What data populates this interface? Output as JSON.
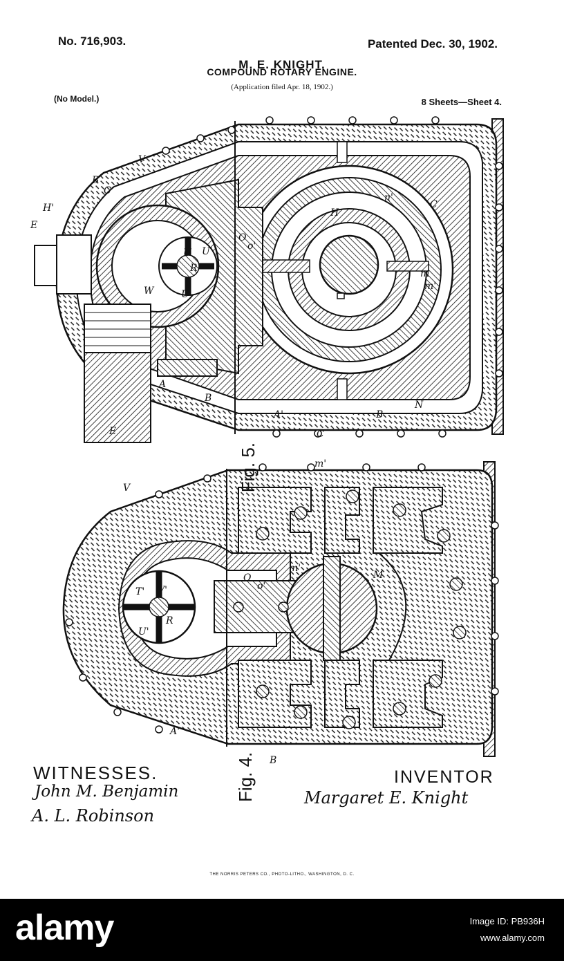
{
  "patent": {
    "number": "No. 716,903.",
    "date": "Patented Dec. 30, 1902.",
    "inventor_name": "M. E. KNIGHT.",
    "title": "COMPOUND ROTARY ENGINE.",
    "application": "(Application filed Apr. 18, 1902.)",
    "model": "(No Model.)",
    "sheets": "8 Sheets—Sheet 4."
  },
  "figures": [
    {
      "caption": "Fig. 5.",
      "labels": [
        "V",
        "B",
        "C",
        "E",
        "H'",
        "A",
        "W",
        "U",
        "U'",
        "R",
        "o",
        "o'",
        "o",
        "H",
        "n'",
        "m'",
        "m",
        "C",
        "A'",
        "B",
        "C",
        "B",
        "N",
        "E"
      ]
    },
    {
      "caption": "Fig. 4.",
      "labels": [
        "V",
        "T'",
        "V'",
        "U'",
        "R",
        "o",
        "o'",
        "m'",
        "M",
        "m'",
        "A'",
        "B"
      ]
    }
  ],
  "witnesses": {
    "heading": "WITNESSES.",
    "signatures": [
      "John M. Benjamin",
      "A. L. Robinson"
    ]
  },
  "inventor": {
    "heading": "INVENTOR",
    "signature": "Margaret E. Knight"
  },
  "printer": "THE NORRIS PETERS CO., PHOTO-LITHO., WASHINGTON, D. C.",
  "watermark": {
    "brand": "alamy",
    "image_id": "Image ID: PB936H",
    "url": "www.alamy.com"
  }
}
